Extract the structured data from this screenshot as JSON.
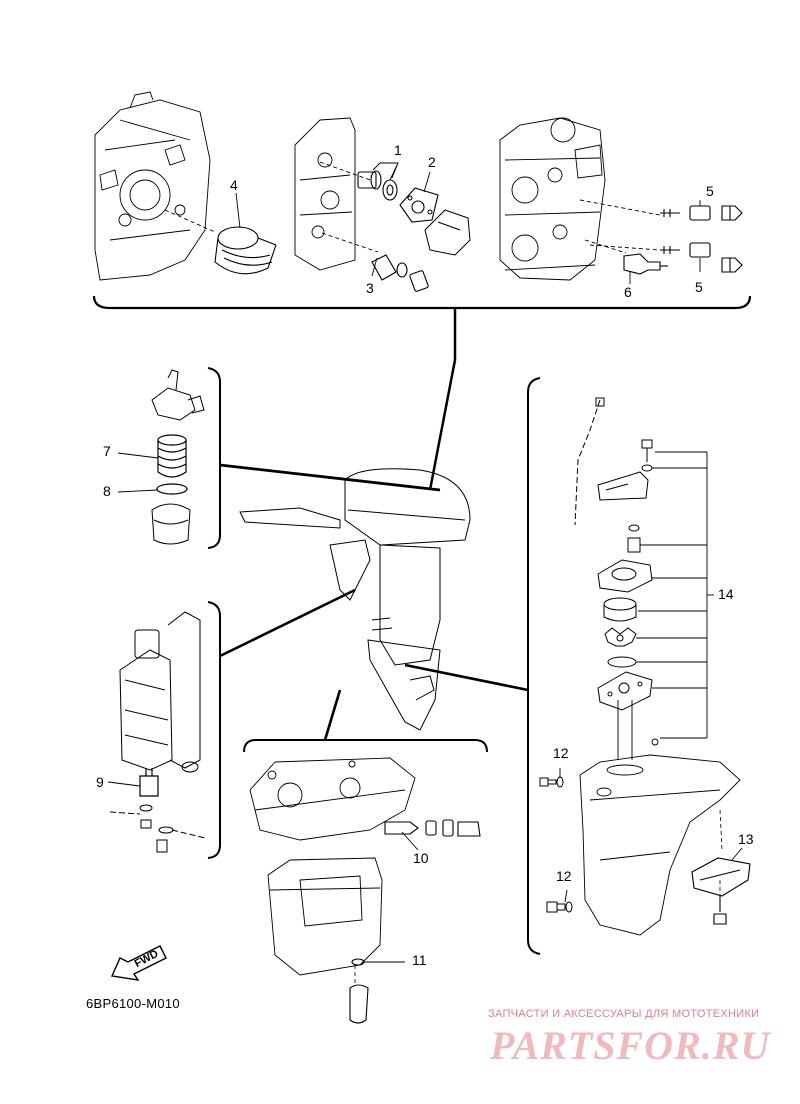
{
  "diagram": {
    "model_code": "6BP6100-M010",
    "fwd_label": "FWD",
    "callouts": {
      "c1": "1",
      "c2": "2",
      "c3": "3",
      "c4": "4",
      "c5a": "5",
      "c5b": "5",
      "c6": "6",
      "c7": "7",
      "c8": "8",
      "c9": "9",
      "c10": "10",
      "c11": "11",
      "c12a": "12",
      "c12b": "12",
      "c13": "13",
      "c14": "14"
    }
  },
  "watermark": {
    "tagline": "ЗАПЧАСТИ И АКСЕССУАРЫ ДЛЯ МОТОТЕХНИКИ",
    "logo_text": "PARTSFOR.RU",
    "color": "#e27f85"
  }
}
